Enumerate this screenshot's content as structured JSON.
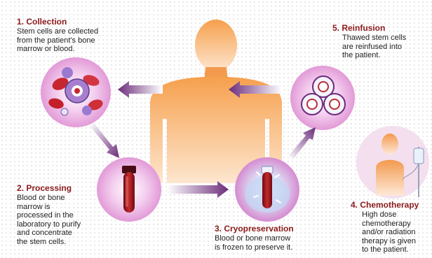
{
  "steps": {
    "collection": {
      "title": "1. Collection",
      "lines": [
        "Stem cells are collected",
        "from the patient's bone",
        "marrow or blood."
      ]
    },
    "processing": {
      "title": "2. Processing",
      "lines": [
        "Blood or bone",
        "marrow is",
        "processed in the",
        "laboratory to purify",
        "and concentrate",
        "the stem cells."
      ]
    },
    "cryopreservation": {
      "title": "3. Cryopreservation",
      "lines": [
        "Blood or bone marrow",
        "is frozen to preserve it."
      ]
    },
    "chemotherapy": {
      "title": "4. Chemotherapy",
      "lines": [
        "High dose",
        "chemotherapy",
        "and/or radiation",
        "therapy is given",
        "to the patient."
      ]
    },
    "reinfusion": {
      "title": "5. Reinfusion",
      "lines": [
        "Thawed stem cells",
        "are reinfused into",
        "the patient."
      ]
    }
  },
  "colors": {
    "title": "#8a1a1a",
    "arrow": "#6b2d7b",
    "body": "#f08a3c",
    "glow": "#e9a7dc"
  }
}
